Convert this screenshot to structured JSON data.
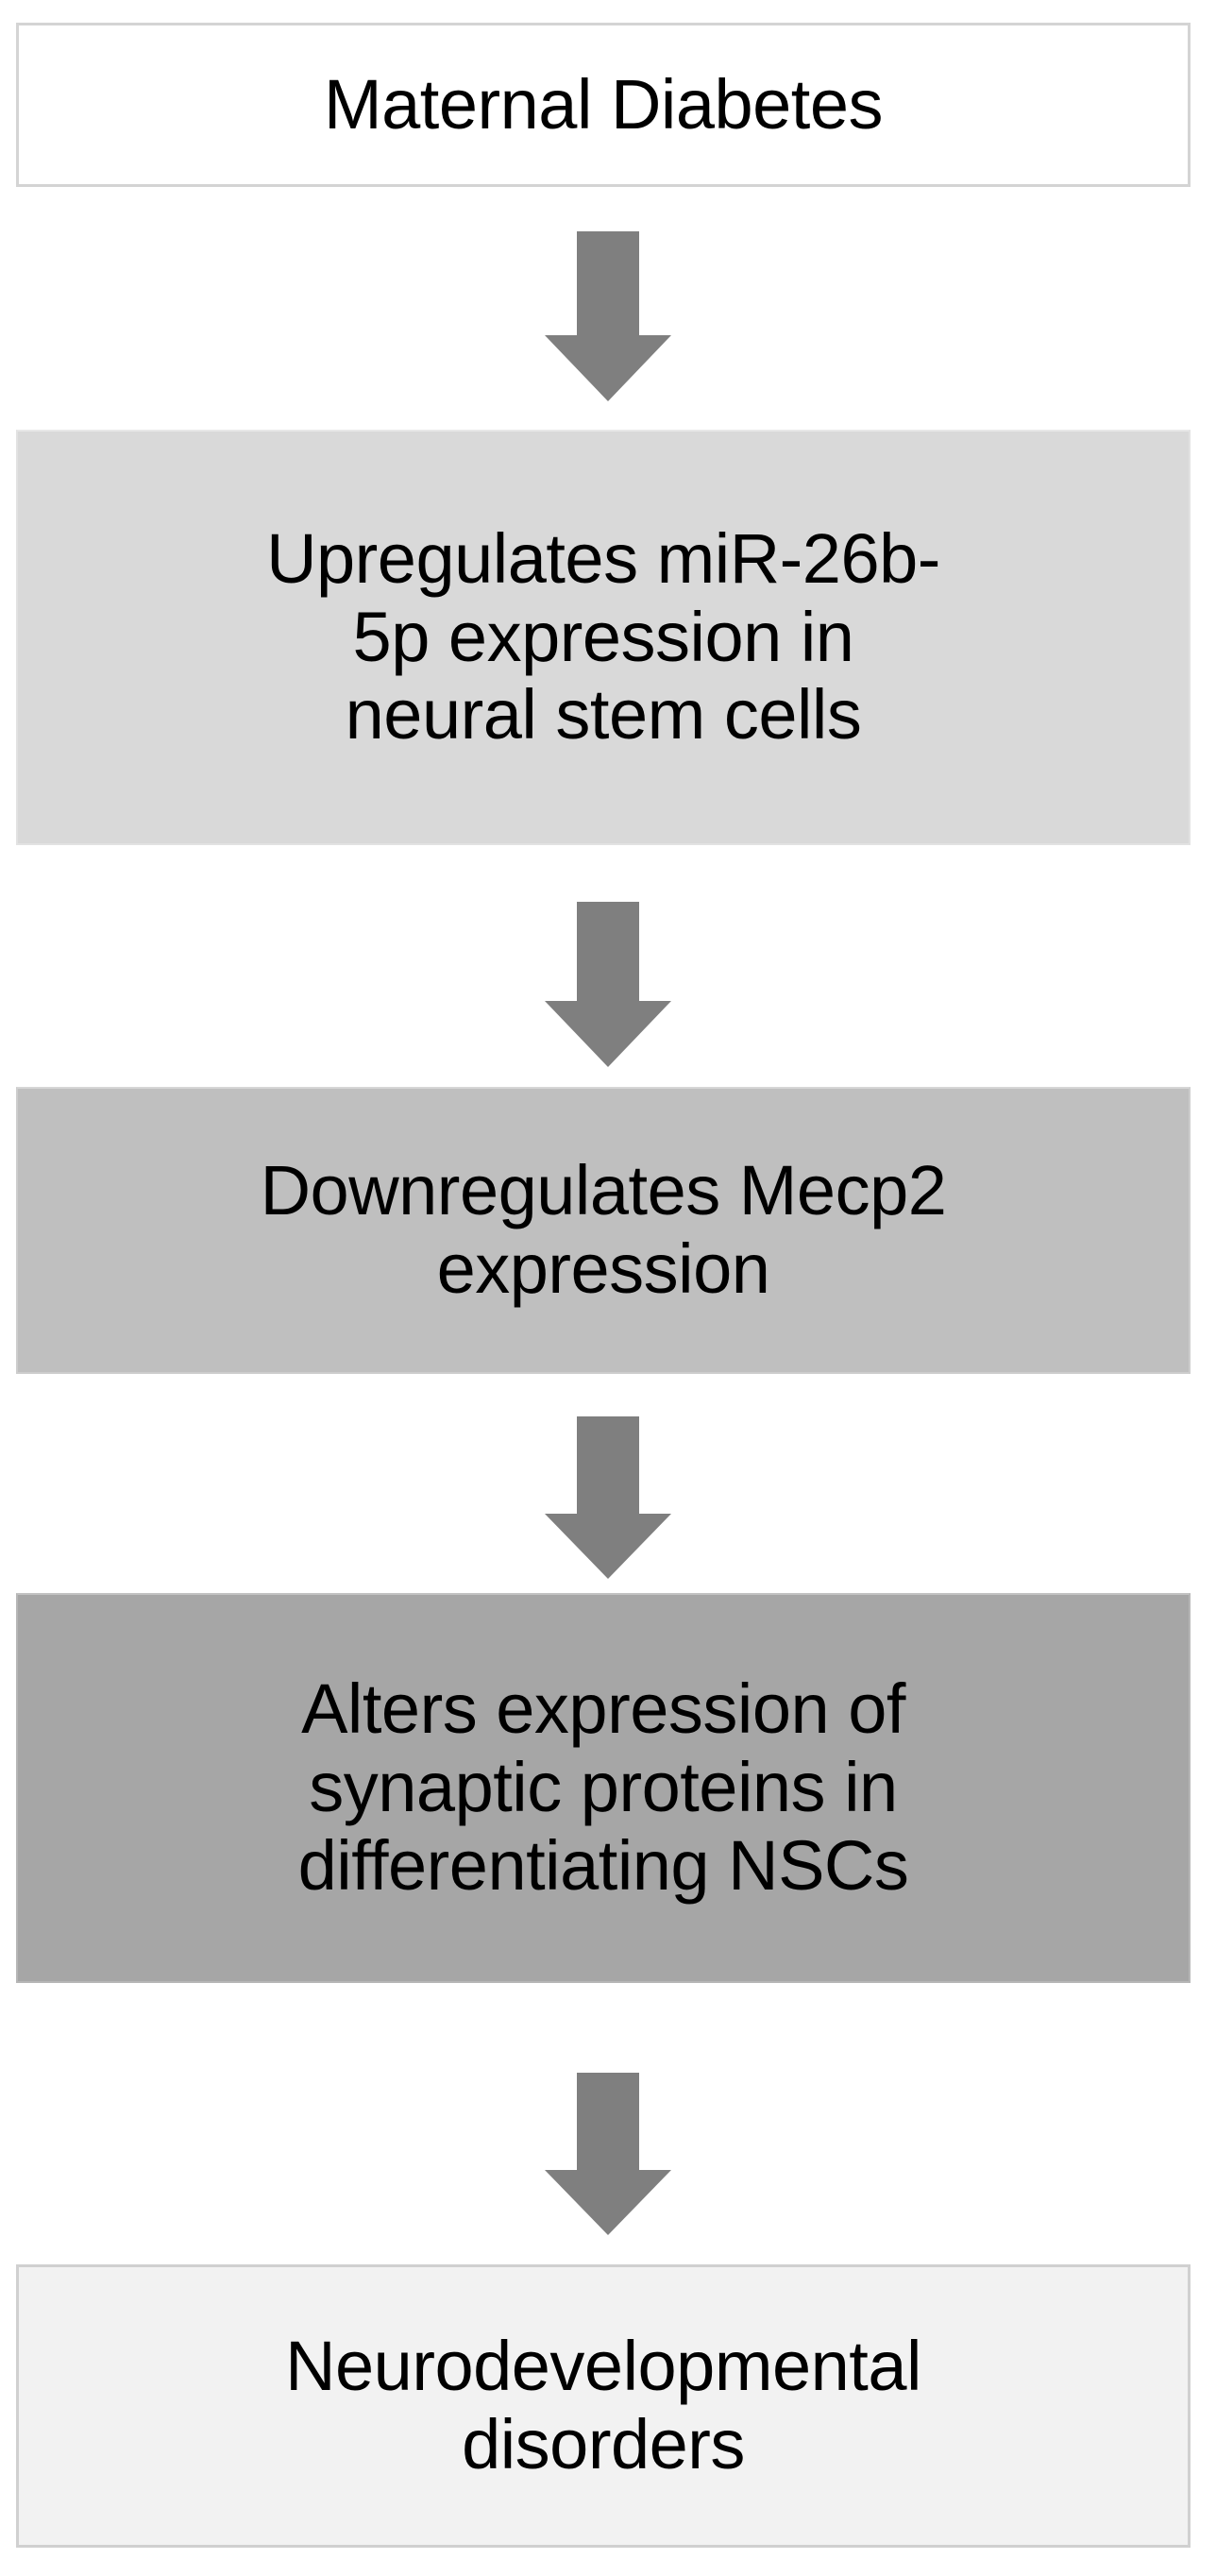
{
  "diagram": {
    "title": "Maternal diabetes miR-26b-5p / Mecp2 pathway flowchart",
    "orientation": "vertical",
    "background_color": "#ffffff",
    "arrow_color": "#7f7f7f",
    "text_color": "#000000",
    "nodes": [
      {
        "id": "maternal-diabetes",
        "label": "Maternal Diabetes",
        "fill": "#ffffff",
        "border": "#d4d4d4",
        "order": 1
      },
      {
        "id": "upregulates-mir-26b-5p",
        "label": "Upregulates miR-26b-\n5p expression in\nneural stem cells",
        "fill": "#d9d9d9",
        "border": "#e2e2e2",
        "order": 2
      },
      {
        "id": "downregulates-mecp2",
        "label": "Downregulates Mecp2\nexpression",
        "fill": "#bfbfbf",
        "border": "#cdcdcd",
        "order": 3
      },
      {
        "id": "alters-synaptic-proteins",
        "label": "Alters expression of\nsynaptic proteins in\ndifferentiating NSCs",
        "fill": "#a6a6a6",
        "border": "#b6b6b6",
        "order": 4
      },
      {
        "id": "neurodevelopmental-disorders",
        "label": "Neurodevelopmental\ndisorders",
        "fill": "#f2f2f2",
        "border": "#d0d0d0",
        "order": 5
      }
    ],
    "arrows": [
      {
        "id": "arrow-1",
        "from": "maternal-diabetes",
        "to": "upregulates-mir-26b-5p",
        "direction": "down"
      },
      {
        "id": "arrow-2",
        "from": "upregulates-mir-26b-5p",
        "to": "downregulates-mecp2",
        "direction": "down"
      },
      {
        "id": "arrow-3",
        "from": "downregulates-mecp2",
        "to": "alters-synaptic-proteins",
        "direction": "down"
      },
      {
        "id": "arrow-4",
        "from": "alters-synaptic-proteins",
        "to": "neurodevelopmental-disorders",
        "direction": "down"
      }
    ]
  }
}
